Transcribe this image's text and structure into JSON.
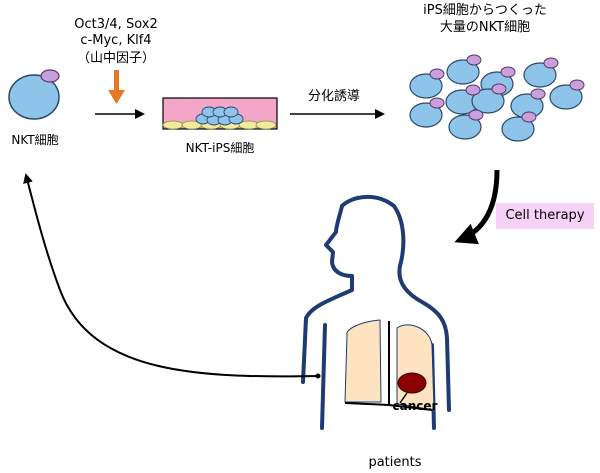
{
  "factors": {
    "line1": "Oct3/4, Sox2",
    "line2": "c-Myc, Klf4",
    "line3": "（山中因子）"
  },
  "labels": {
    "nkt_cell": "NKT細胞",
    "nkt_ips_cell": "NKT-iPS細胞",
    "differentiation": "分化誘導",
    "mass_nkt_line1": "iPS細胞からつくった",
    "mass_nkt_line2": "大量のNKT細胞",
    "cell_therapy": "Cell therapy",
    "cancer": "cancer",
    "patients": "patients"
  },
  "colors": {
    "cell_fill": "#8fc4ea",
    "cell_nucleus": "#c9a0dc",
    "arrow_orange": "#e87722",
    "dish_pink": "#f2a6c8",
    "cell_therapy_bg": "#f8d1f8",
    "body_outline": "#1f3b73",
    "lung_fill": "#fde3c0",
    "tumor": "#8b0000"
  }
}
